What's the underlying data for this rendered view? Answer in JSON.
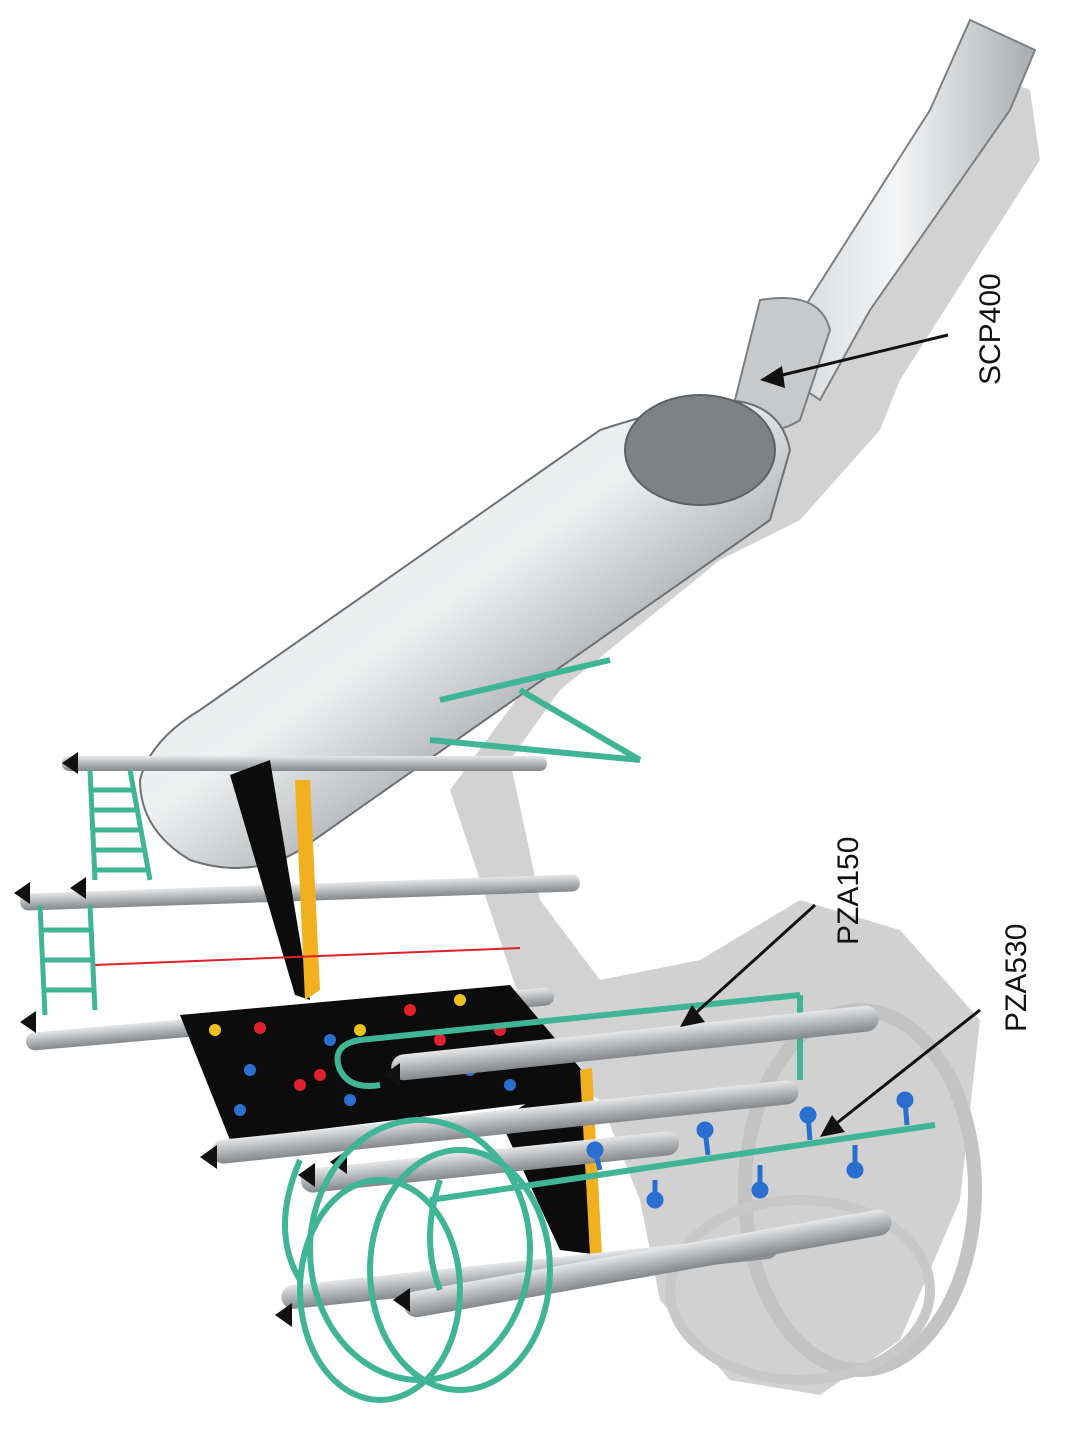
{
  "callouts": [
    {
      "id": "scp400",
      "label": "SCP400"
    },
    {
      "id": "pza150",
      "label": "PZA150"
    },
    {
      "id": "pza530",
      "label": "PZA530"
    }
  ],
  "colors": {
    "steel": "#b9bcbf",
    "steel_dark": "#8e9194",
    "green_pipe": "#3fb596",
    "panel": "#0c0c0c",
    "post_edge": "#f0b020",
    "shadow": "#c8c8c8",
    "handhold_red": "#e0202a",
    "handhold_blue": "#2a6fd0",
    "handhold_yellow": "#f1c21b"
  }
}
